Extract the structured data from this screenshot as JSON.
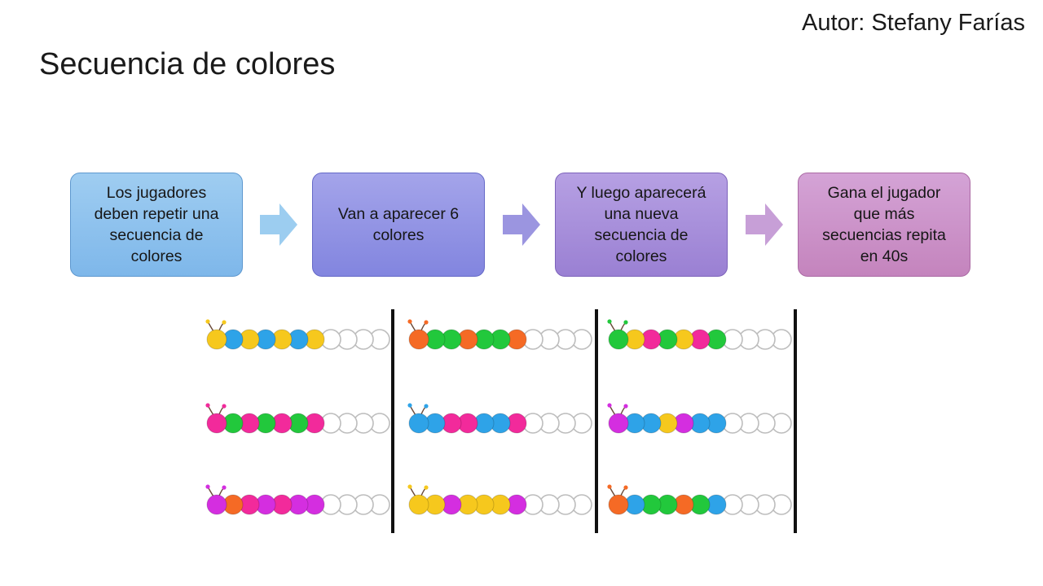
{
  "header": {
    "author": "Autor: Stefany Farías",
    "title": "Secuencia de colores"
  },
  "flow": {
    "steps": [
      {
        "lines": [
          "Los jugadores",
          "deben repetir una",
          "secuencia de",
          "colores"
        ]
      },
      {
        "lines": [
          "Van a aparecer 6",
          "colores"
        ]
      },
      {
        "lines": [
          "Y luego aparecerá",
          "una nueva",
          "secuencia de",
          "colores"
        ]
      },
      {
        "lines": [
          "Gana el jugador",
          "que más",
          "secuencias repita",
          "en 40s"
        ]
      }
    ],
    "arrow_colors": [
      "#9ccdf0",
      "#9b95e0",
      "#c79fd7"
    ]
  },
  "caterpillars": {
    "palette": {
      "yellow": "#f6c81d",
      "blue": "#2ea3e8",
      "green": "#22c83c",
      "orange": "#f56a25",
      "pink": "#f22a9b",
      "magenta": "#d42ee0",
      "empty": "#ffffff"
    },
    "columns": [
      [
        [
          "yellow",
          "blue",
          "yellow",
          "blue",
          "yellow",
          "blue",
          "yellow"
        ],
        [
          "pink",
          "green",
          "pink",
          "green",
          "pink",
          "green",
          "pink"
        ],
        [
          "magenta",
          "orange",
          "pink",
          "magenta",
          "pink",
          "magenta",
          "magenta"
        ]
      ],
      [
        [
          "orange",
          "green",
          "green",
          "orange",
          "green",
          "green",
          "orange"
        ],
        [
          "blue",
          "blue",
          "pink",
          "pink",
          "blue",
          "blue",
          "pink"
        ],
        [
          "yellow",
          "yellow",
          "magenta",
          "yellow",
          "yellow",
          "yellow",
          "magenta"
        ]
      ],
      [
        [
          "green",
          "yellow",
          "pink",
          "green",
          "yellow",
          "pink",
          "green"
        ],
        [
          "magenta",
          "blue",
          "blue",
          "yellow",
          "magenta",
          "blue",
          "blue"
        ],
        [
          "orange",
          "blue",
          "green",
          "green",
          "orange",
          "green",
          "blue"
        ]
      ]
    ],
    "empty_segments": 4
  }
}
